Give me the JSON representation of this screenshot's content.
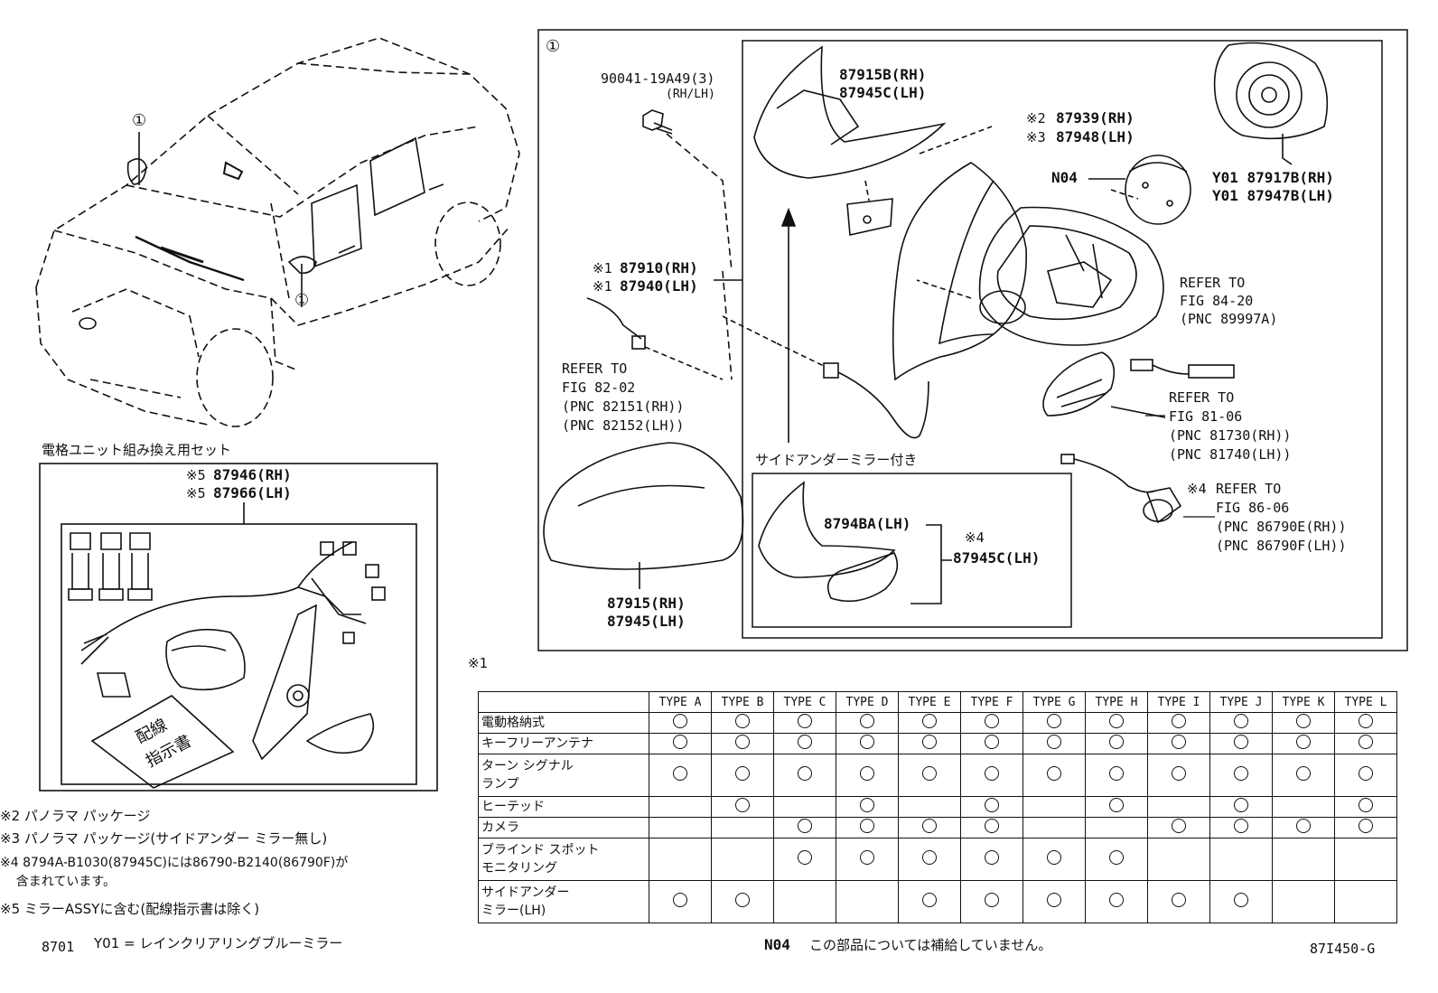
{
  "callouts": {
    "c1_main": "①",
    "c1_car_top": "①",
    "c1_car_side": "①"
  },
  "labels": {
    "bolt": "90041-19A49(3)",
    "bolt_side": "(RH/LH)",
    "cover_rh": "87915B(RH)",
    "cover_lh": "87945C(LH)",
    "mark2": "※2",
    "p939": "87939(RH)",
    "mark3": "※3",
    "p948": "87948(LH)",
    "n04": "N04",
    "y01a": "Y01 87917B(RH)",
    "y01b": "Y01 87947B(LH)",
    "m1a": "※1",
    "p910": "87910(RH)",
    "m1b": "※1",
    "p940": "87940(LH)",
    "ref8220_1": "REFER TO",
    "ref8220_2": "FIG 84-20",
    "ref8220_3": "(PNC 89997A)",
    "ref8202_1": "REFER TO",
    "ref8202_2": "FIG 82-02",
    "ref8202_3": "(PNC 82151(RH))",
    "ref8202_4": "(PNC 82152(LH))",
    "ref8106_1": "REFER TO",
    "ref8106_2": "FIG 81-06",
    "ref8106_3": "(PNC 81730(RH))",
    "ref8106_4": "(PNC 81740(LH))",
    "side_under": "サイドアンダーミラー付き",
    "p794ba": "8794BA(LH)",
    "m4": "※4",
    "p945c": "87945C(LH)",
    "m4b": "※4",
    "ref8606_1": "REFER TO",
    "ref8606_2": "FIG 86-06",
    "ref8606_3": "(PNC 86790E(RH))",
    "ref8606_4": "(PNC 86790F(LH))",
    "p915": "87915(RH)",
    "p945": "87945(LH)",
    "kit_title": "電格ユニット組み換え用セット",
    "m5a": "※5",
    "p946": "87946(RH)",
    "m5b": "※5",
    "p966": "87966(LH)",
    "paper1": "配線",
    "paper2": "指示書",
    "table_mark": "※1"
  },
  "table": {
    "columns": [
      "TYPE A",
      "TYPE B",
      "TYPE C",
      "TYPE D",
      "TYPE E",
      "TYPE F",
      "TYPE G",
      "TYPE H",
      "TYPE I",
      "TYPE J",
      "TYPE K",
      "TYPE L"
    ],
    "rows": [
      {
        "label": "電動格納式",
        "marks": [
          1,
          1,
          1,
          1,
          1,
          1,
          1,
          1,
          1,
          1,
          1,
          1
        ]
      },
      {
        "label": "キーフリーアンテナ",
        "marks": [
          1,
          1,
          1,
          1,
          1,
          1,
          1,
          1,
          1,
          1,
          1,
          1
        ]
      },
      {
        "label": "ターン シグナル\nランプ",
        "marks": [
          1,
          1,
          1,
          1,
          1,
          1,
          1,
          1,
          1,
          1,
          1,
          1
        ]
      },
      {
        "label": "ヒーテッド",
        "marks": [
          0,
          1,
          0,
          1,
          0,
          1,
          0,
          1,
          0,
          1,
          0,
          1
        ]
      },
      {
        "label": "カメラ",
        "marks": [
          0,
          0,
          1,
          1,
          1,
          1,
          0,
          0,
          1,
          1,
          1,
          1
        ]
      },
      {
        "label": "ブラインド スポット\nモニタリング",
        "marks": [
          0,
          0,
          1,
          1,
          1,
          1,
          1,
          1,
          0,
          0,
          0,
          0
        ]
      },
      {
        "label": "サイドアンダー\nミラー(LH)",
        "marks": [
          1,
          1,
          0,
          0,
          1,
          1,
          1,
          1,
          1,
          1,
          0,
          0
        ]
      }
    ]
  },
  "notes": {
    "n2": "※2 パノラマ パッケージ",
    "n3": "※3 パノラマ パッケージ(サイドアンダー ミラー無し)",
    "n4a": "※4 8794A-B1030(87945C)には86790-B2140(86790F)が",
    "n4b": "    含まれています。",
    "n5": "※5 ミラーASSYに含む(配線指示書は除く)",
    "code": "8701",
    "y01": "Y01 = レインクリアリングブルーミラー",
    "n04_code": "N04",
    "n04_text": "この部品については補給していません。",
    "fig": "87I450-G"
  }
}
